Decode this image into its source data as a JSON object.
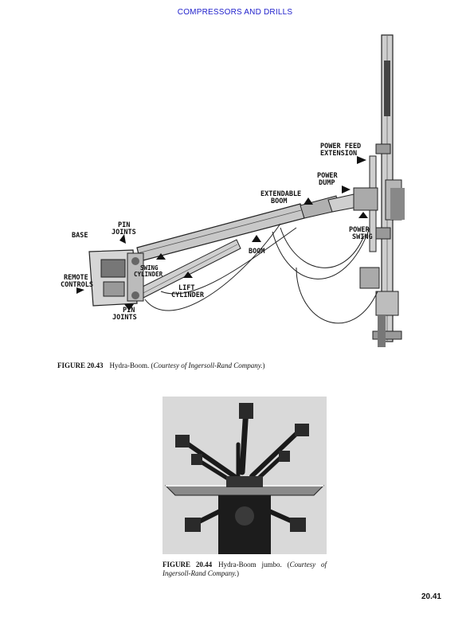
{
  "header": {
    "running_title": "COMPRESSORS AND DRILLS"
  },
  "figure_1": {
    "labels": {
      "power_feed_extension_1": "POWER FEED",
      "power_feed_extension_2": "EXTENSION",
      "power_dump_1": "POWER",
      "power_dump_2": "DUMP",
      "extendable_boom_1": "EXTENDABLE",
      "extendable_boom_2": "BOOM",
      "pin_joints_top_1": "PIN",
      "pin_joints_top_2": "JOINTS",
      "base": "BASE",
      "power_swing_1": "POWER",
      "power_swing_2": "SWING",
      "boom": "BOOM",
      "swing_cylinder_1": "SWING",
      "swing_cylinder_2": "CYLINDER",
      "remote_controls_1": "REMOTE",
      "remote_controls_2": "CONTROLS",
      "lift_cylinder_1": "LIFT",
      "lift_cylinder_2": "CYLINDER",
      "pin_joints_bottom_1": "PIN",
      "pin_joints_bottom_2": "JOINTS"
    },
    "caption": {
      "label": "FIGURE 20.43",
      "text": "Hydra-Boom. (",
      "credit": "Courtesy of Ingersoll-Rand Company.",
      "close": ")"
    }
  },
  "figure_2": {
    "caption": {
      "label": "FIGURE 20.44",
      "text": "Hydra-Boom jumbo. (",
      "credit": "Courtesy of Ingersoll-Rand Company.",
      "close": ")"
    }
  },
  "footer": {
    "page_number": "20.41"
  }
}
